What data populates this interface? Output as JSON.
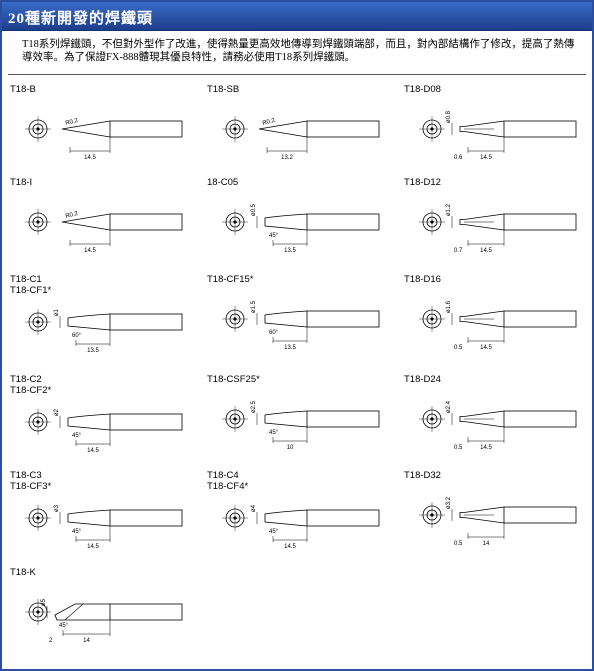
{
  "header": {
    "title": "20種新開發的焊鐵頭"
  },
  "intro": {
    "text": "T18系列焊鐵頭，不但對外型作了改進，使得熱量更高效地傳導到焊鐵頭端部，而且，對內部結構作了修改，提高了熱傳導效率。為了保證FX-888體現其優良特性，請務必使用T18系列焊鐵頭。"
  },
  "tips": [
    {
      "name": "T18-B",
      "name2": "",
      "kind": "conical",
      "dim_a": "R0.2",
      "dim_len": "14.5",
      "dim_dia": "",
      "angle": "",
      "flat": ""
    },
    {
      "name": "T18-SB",
      "name2": "",
      "kind": "conical",
      "dim_a": "R0.2",
      "dim_len": "13.2",
      "dim_dia": "",
      "angle": "",
      "flat": ""
    },
    {
      "name": "T18-D08",
      "name2": "",
      "kind": "chisel",
      "dim_a": "",
      "dim_len": "14.5",
      "dim_dia": "0.8",
      "angle": "",
      "flat": "0.6"
    },
    {
      "name": "T18-I",
      "name2": "",
      "kind": "conical",
      "dim_a": "R0.2",
      "dim_len": "14.5",
      "dim_dia": "",
      "angle": "",
      "flat": ""
    },
    {
      "name": "18-C05",
      "name2": "",
      "kind": "bevel",
      "dim_a": "",
      "dim_len": "13.5",
      "dim_dia": "0.5",
      "angle": "45°",
      "flat": ""
    },
    {
      "name": "T18-D12",
      "name2": "",
      "kind": "chisel",
      "dim_a": "",
      "dim_len": "14.5",
      "dim_dia": "1.2",
      "angle": "",
      "flat": "0.7"
    },
    {
      "name": "T18-C1",
      "name2": "T18-CF1*",
      "kind": "bevel",
      "dim_a": "",
      "dim_len": "13.5",
      "dim_dia": "1",
      "angle": "60°",
      "flat": ""
    },
    {
      "name": "T18-CF15*",
      "name2": "",
      "kind": "bevel",
      "dim_a": "",
      "dim_len": "13.5",
      "dim_dia": "1.5",
      "angle": "60°",
      "flat": ""
    },
    {
      "name": "T18-D16",
      "name2": "",
      "kind": "chisel",
      "dim_a": "",
      "dim_len": "14.5",
      "dim_dia": "1.6",
      "angle": "",
      "flat": "0.5"
    },
    {
      "name": "T18-C2",
      "name2": "T18-CF2*",
      "kind": "bevel",
      "dim_a": "",
      "dim_len": "14.5",
      "dim_dia": "2",
      "angle": "45°",
      "flat": ""
    },
    {
      "name": "T18-CSF25*",
      "name2": "",
      "kind": "bevel",
      "dim_a": "",
      "dim_len": "10",
      "dim_dia": "2.5",
      "angle": "45°",
      "flat": ""
    },
    {
      "name": "T18-D24",
      "name2": "",
      "kind": "chisel",
      "dim_a": "",
      "dim_len": "14.5",
      "dim_dia": "2.4",
      "angle": "",
      "flat": "0.5"
    },
    {
      "name": "T18-C3",
      "name2": "T18-CF3*",
      "kind": "bevel",
      "dim_a": "",
      "dim_len": "14.5",
      "dim_dia": "3",
      "angle": "45°",
      "flat": ""
    },
    {
      "name": "T18-C4",
      "name2": "T18-CF4*",
      "kind": "bevel",
      "dim_a": "",
      "dim_len": "14.5",
      "dim_dia": "4",
      "angle": "45°",
      "flat": ""
    },
    {
      "name": "T18-D32",
      "name2": "",
      "kind": "chisel",
      "dim_a": "",
      "dim_len": "14",
      "dim_dia": "3.2",
      "angle": "",
      "flat": "0.5"
    },
    {
      "name": "T18-K",
      "name2": "",
      "kind": "knife",
      "dim_a": "",
      "dim_len": "14",
      "dim_dia": "5",
      "angle": "45°",
      "flat": "2"
    }
  ]
}
